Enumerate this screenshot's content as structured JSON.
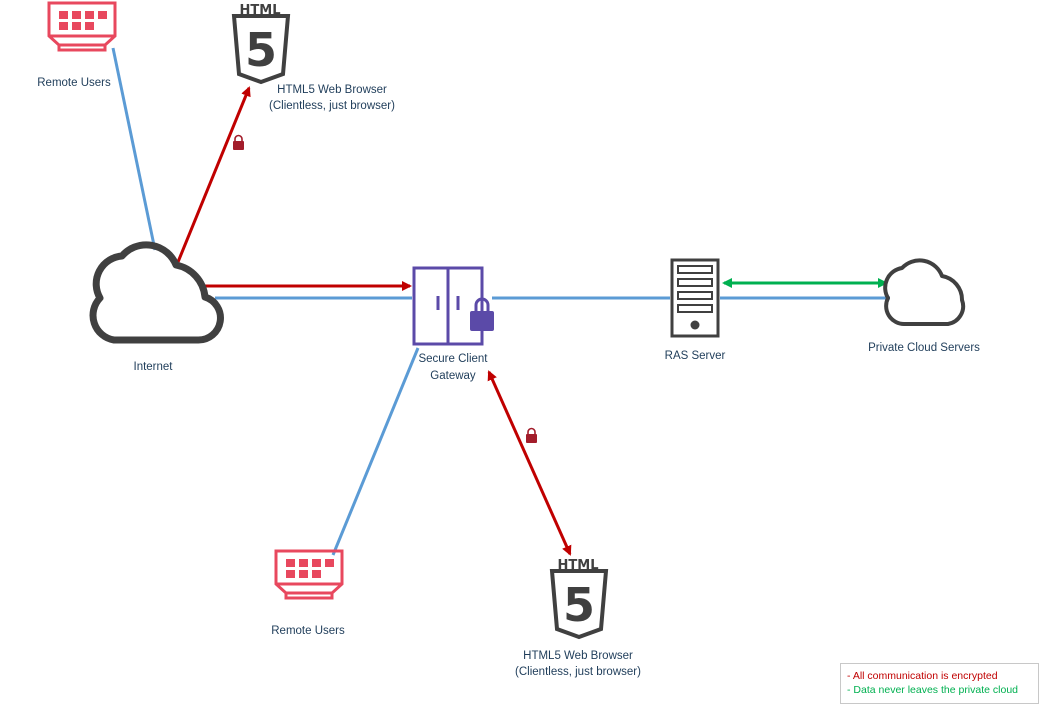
{
  "nodes": {
    "remote_users_top": {
      "label": "Remote Users"
    },
    "html5_browser_top": {
      "badge": "HTML",
      "glyph": "5",
      "line1": "HTML5 Web Browser",
      "line2": "(Clientless, just browser)"
    },
    "internet": {
      "label": "Internet"
    },
    "gateway": {
      "line1": "Secure Client",
      "line2": "Gateway"
    },
    "ras_server": {
      "label": "RAS Server"
    },
    "private_cloud": {
      "label": "Private Cloud Servers"
    },
    "remote_users_bottom": {
      "label": "Remote Users"
    },
    "html5_browser_bottom": {
      "badge": "HTML",
      "glyph": "5",
      "line1": "HTML5 Web Browser",
      "line2": "(Clientless, just browser)"
    }
  },
  "legend": {
    "encrypted": "- All communication is encrypted",
    "private": "- Data never leaves the private cloud"
  },
  "colors": {
    "link_blue": "#5b9bd5",
    "encrypted_red": "#c00000",
    "private_green": "#00b050",
    "user_red": "#e8485e",
    "icon_gray": "#404040",
    "gateway_purple": "#5b4aa8",
    "lock_red": "#a31d2b"
  }
}
